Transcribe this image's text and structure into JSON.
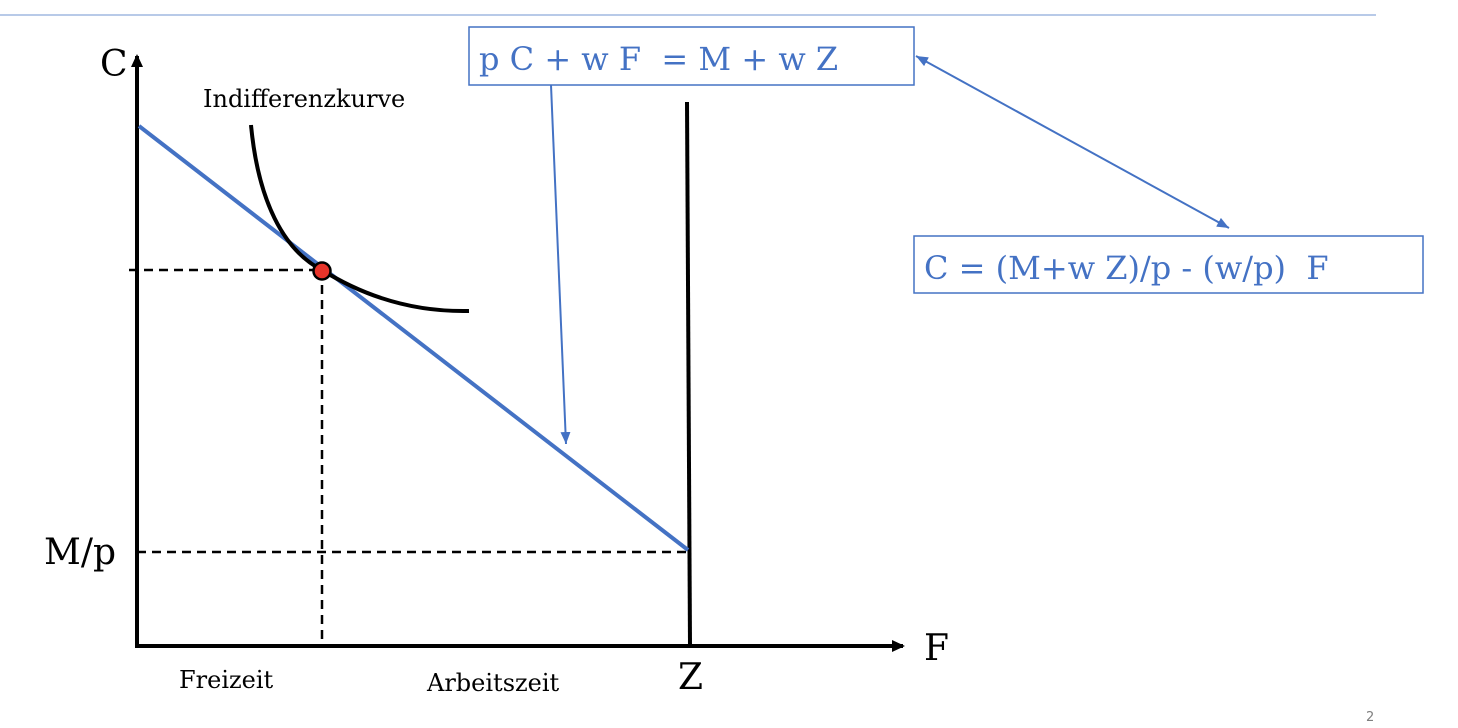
{
  "slide": {
    "page_number": "2"
  },
  "axes": {
    "y_label": "C",
    "x_label": "F",
    "y_tick_label": "M/p",
    "x_tick_label": "Z"
  },
  "labels": {
    "indifference_curve": "Indifferenzkurve",
    "leisure": "Freizeit",
    "work_time": "Arbeitszeit"
  },
  "equations": {
    "budget_constraint": "p C + w F  = M + w Z",
    "budget_line_solved": "C = (M+w Z)/p - (w/p)  F"
  },
  "colors": {
    "accent": "#4472c4",
    "axis": "#000000",
    "optimum_point": "#e8342a"
  }
}
